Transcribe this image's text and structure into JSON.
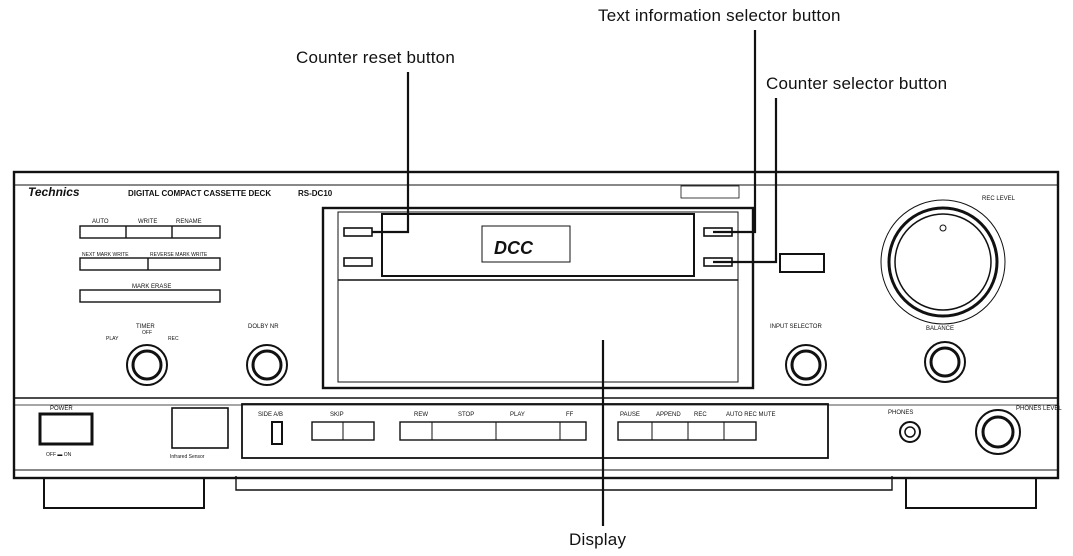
{
  "callouts": {
    "text_info": "Text information selector button",
    "counter_reset": "Counter reset button",
    "counter_selector": "Counter selector button",
    "display": "Display"
  },
  "panel": {
    "brand": "Technics",
    "model_line": "DIGITAL COMPACT CASSETTE DECK",
    "model_no": "RS-DC10",
    "buttons_row1": [
      "AUTO",
      "WRITE",
      "RENAME"
    ],
    "buttons_row2": [
      "NEXT MARK WRITE",
      "REVERSE MARK WRITE"
    ],
    "button_row3": "MARK ERASE",
    "deck_group": [
      "TIMER",
      "DOLBY NR"
    ],
    "timer_positions": [
      "PLAY",
      "OFF",
      "REC"
    ],
    "power": "POWER",
    "power_sub": "OFF ▬ ON",
    "sensor": "Infrared Sensor",
    "side": "SIDE A/B",
    "skip": "SKIP",
    "transport_labels": [
      "REW",
      "STOP",
      "PLAY",
      "FF",
      "PAUSE",
      "APPEND",
      "REC",
      "AUTO REC MUTE"
    ],
    "input_selector": "INPUT SELECTOR",
    "phones": "PHONES",
    "phones_level": "PHONES LEVEL",
    "rec_level": "REC LEVEL",
    "balance": "BALANCE",
    "dcc_logo": "DCC"
  },
  "colors": {
    "ink": "#111111",
    "paper": "#ffffff",
    "light": "#d9d9d9"
  }
}
